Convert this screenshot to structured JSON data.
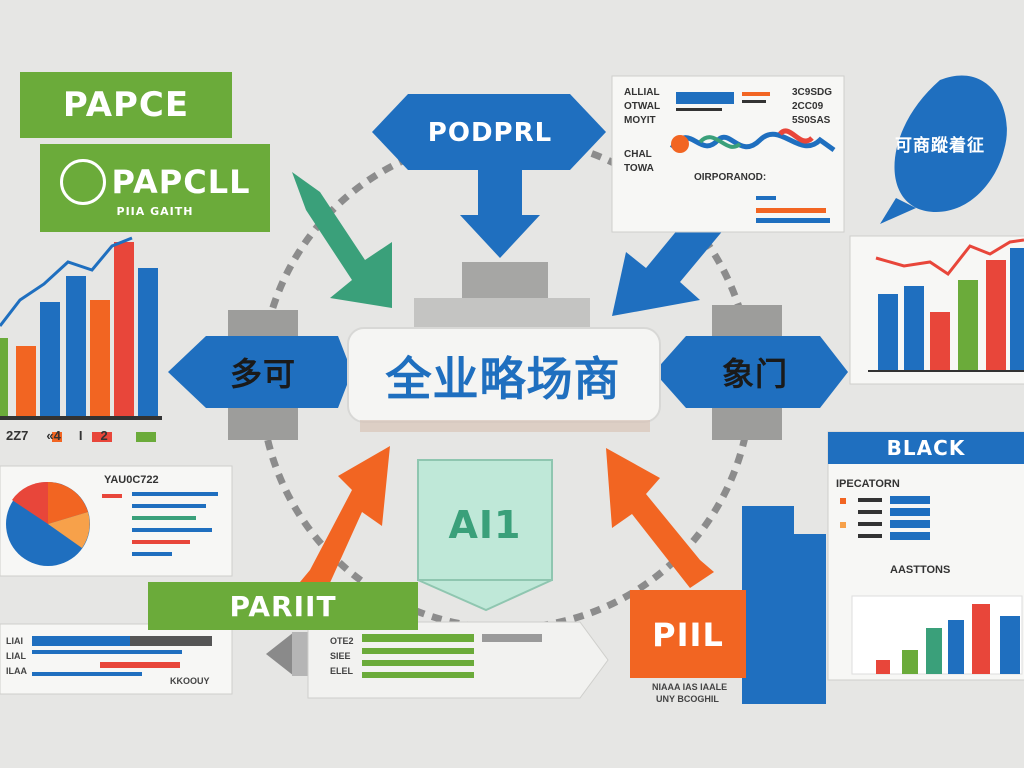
{
  "center": {
    "label": "全业略场商"
  },
  "nodes": {
    "top": "PODPRL",
    "left": "多可",
    "right": "象门",
    "bottom": "AI1"
  },
  "top_left": {
    "banner": "PAPCE",
    "logo_title": "PAPCLL",
    "logo_sub": "PIIA GAITH"
  },
  "left_chart": {
    "footer": [
      "2Z7",
      "«4",
      "I",
      "2"
    ]
  },
  "top_right_card": {
    "rows_left": [
      "ALLIAL",
      "OTWAL",
      "MOYIT",
      "CHAL",
      "TOWA"
    ],
    "rows_right": [
      "3C9SDG",
      "2CC09",
      "5S0SAS"
    ],
    "footer": "OIRPORANOD:"
  },
  "bubble": {
    "text": "可商蹤着征"
  },
  "pie_card": {
    "title": "YAU0C722"
  },
  "part_banner": {
    "text": "PARIIT"
  },
  "bottom_left": {
    "rows": [
      "LIAI",
      "LIAL",
      "ILAA"
    ],
    "footer": "KKOOUY"
  },
  "pencil": {
    "rows": [
      "OTE2",
      "SIEE",
      "ELEL"
    ]
  },
  "pill_box": {
    "text": "PIIL",
    "caption1": "NIAAA IAS IAALE",
    "caption2": "UNY BCOGHIL"
  },
  "black_card": {
    "title": "BLACK",
    "subtitle": "IPECATORN",
    "section": "AASTTONS"
  },
  "colors": {
    "blue": "#1f6fbf",
    "green": "#6bab3a",
    "orange": "#f26522",
    "red": "#e8463a",
    "teal": "#3aa07a",
    "mint": "#bfe8d8",
    "gray": "#9a9a9a"
  }
}
